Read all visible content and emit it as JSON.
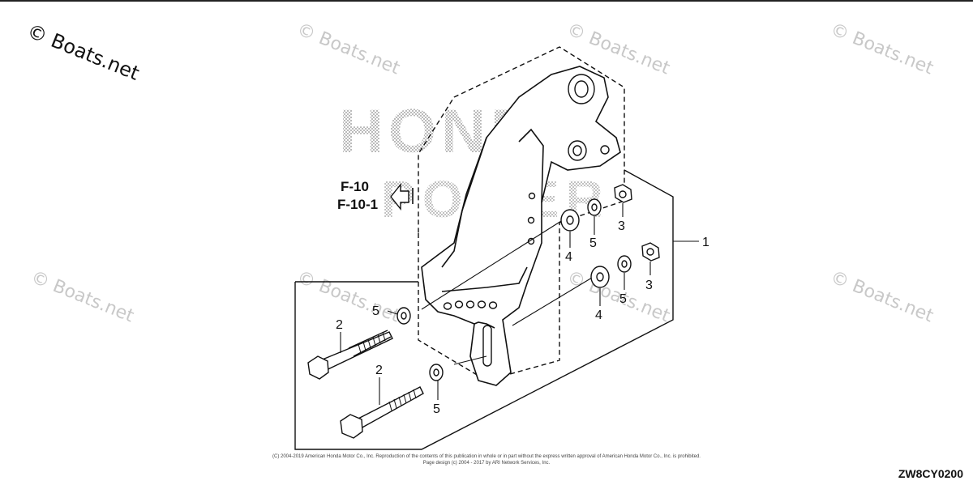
{
  "watermark": {
    "main": "© Boats.net",
    "faint": "© Boats.net"
  },
  "background_logo": {
    "line1": "HONDA",
    "line2": "POWER"
  },
  "refs": {
    "f10": "F-10",
    "f101": "F-10-1"
  },
  "callouts": {
    "c1": "1",
    "c2a": "2",
    "c2b": "2",
    "c3a": "3",
    "c3b": "3",
    "c4a": "4",
    "c4b": "4",
    "c5a": "5",
    "c5b": "5",
    "c5c": "5",
    "c5d": "5"
  },
  "footer": {
    "copyright": "(C) 2004-2019 American Honda Motor Co., Inc. Reproduction of the contents of this publication in whole or in part without the express written approval of American Honda Motor Co., Inc. is prohibited.",
    "design": "Page design (c) 2004 - 2017 by ARI Network Services, Inc.",
    "diagram_code": "ZW8CY0200"
  },
  "colors": {
    "ink": "#111111",
    "watermark": "#c8c8c8",
    "logo_dots": "#9a9a9a"
  }
}
